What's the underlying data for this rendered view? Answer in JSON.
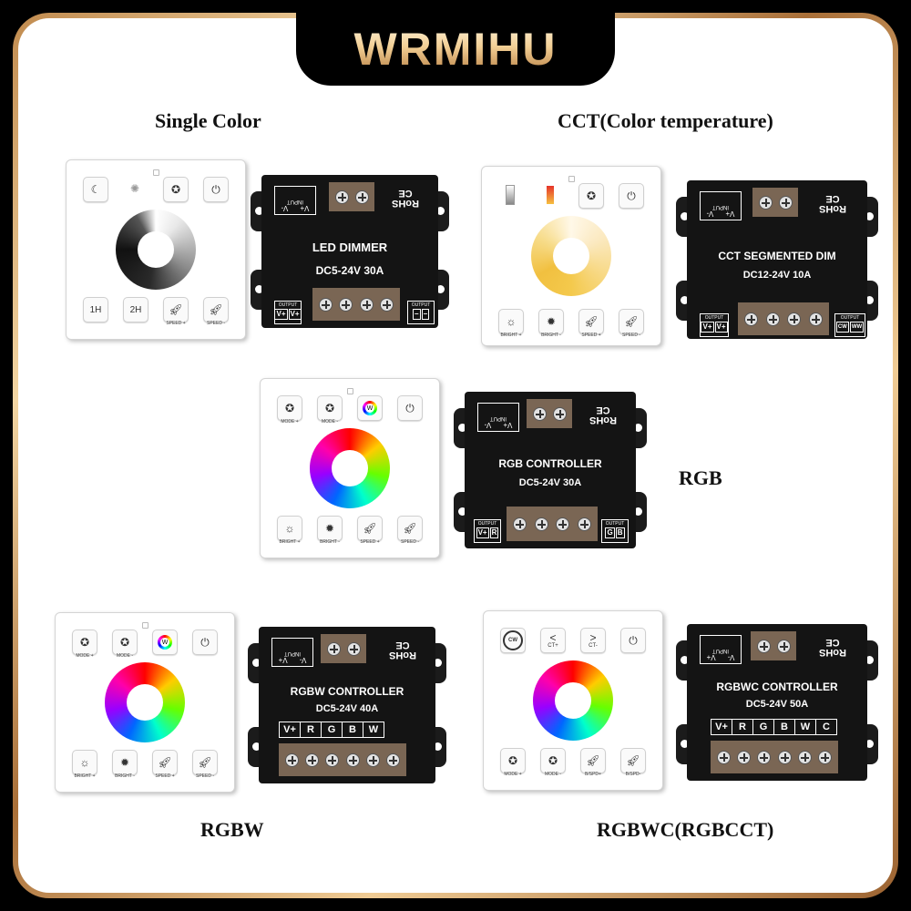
{
  "brand": "WRMIHU",
  "headings": {
    "single": "Single Color",
    "cct": "CCT(Color temperature)",
    "rgb": "RGB",
    "rgbw": "RGBW",
    "rgbwc": "RGBWC(RGBCCT)"
  },
  "remotes": {
    "single": {
      "b_1h": "1H",
      "b_2h": "2H",
      "speed_plus": "SPEED +",
      "speed_minus": "SPEED -"
    },
    "cct": {
      "bright_plus": "BRIGHT +",
      "bright_minus": "BRIGHT -",
      "speed_plus": "SPEED +",
      "speed_minus": "SPEED -"
    },
    "rgb": {
      "mode_plus": "MODE +",
      "mode_minus": "MODE -",
      "w": "W",
      "bright_plus": "BRIGHT +",
      "bright_minus": "BRIGHT -",
      "speed_plus": "SPEED +",
      "speed_minus": "SPEED -"
    },
    "rgbw": {
      "mode_plus": "MODE +",
      "mode_minus": "MODE -",
      "w": "W",
      "bright_plus": "BRIGHT +",
      "bright_minus": "BRIGHT -",
      "speed_plus": "SPEED +",
      "speed_minus": "SPEED -"
    },
    "rgbwc": {
      "cw": "CW",
      "ct_plus_sym": "<",
      "ct_plus": "CT+",
      "ct_minus_sym": ">",
      "ct_minus": "CT-",
      "mode_plus": "MODE +",
      "mode_minus": "MODE -",
      "bspd_plus": "B/SPD+",
      "bspd_minus": "B/SPD-"
    }
  },
  "controllers": {
    "single": {
      "title": "LED DIMMER",
      "spec": "DC5-24V    30A",
      "in1": "V+",
      "in2": "V-",
      "input": "INPUT",
      "rohs": "RoHS",
      "ce": "CE",
      "output": "OUTPUT",
      "outL": [
        "V+",
        "V+"
      ],
      "outR": [
        "−",
        "−"
      ]
    },
    "cct": {
      "title": "CCT SEGMENTED DIM",
      "spec": "DC12-24V 10A",
      "in1": "V+",
      "in2": "V-",
      "input": "INPUT",
      "rohs": "RoHS",
      "ce": "CE",
      "output": "OUTPUT",
      "outL": [
        "V+",
        "V+"
      ],
      "outR": [
        "CW",
        "WW"
      ]
    },
    "rgb": {
      "title": "RGB CONTROLLER",
      "spec": "DC5-24V 30A",
      "in1": "V+",
      "in2": "V-",
      "input": "INPUT",
      "rohs": "RoHS",
      "ce": "CE",
      "output": "OUTPUT",
      "outL": [
        "V+",
        "R"
      ],
      "outR": [
        "G",
        "B"
      ]
    },
    "rgbw": {
      "title": "RGBW CONTROLLER",
      "spec": "DC5-24V 40A",
      "in1": "V-",
      "in2": "V+",
      "input": "INPUT",
      "rohs": "RoHS",
      "ce": "CE",
      "pins": [
        "V+",
        "R",
        "G",
        "B",
        "W"
      ]
    },
    "rgbwc": {
      "title": "RGBWC CONTROLLER",
      "spec": "DC5-24V 50A",
      "in1": "V-",
      "in2": "V+",
      "input": "INPUT",
      "rohs": "RoHS",
      "ce": "CE",
      "pins": [
        "V+",
        "R",
        "G",
        "B",
        "W",
        "C"
      ]
    }
  }
}
